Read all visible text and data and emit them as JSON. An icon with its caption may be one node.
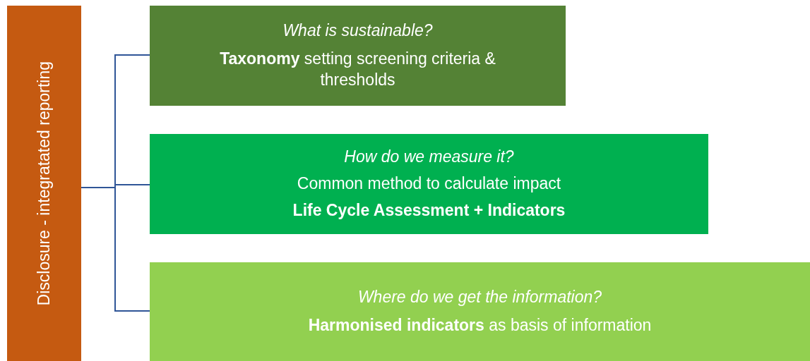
{
  "diagram": {
    "nodes": [
      {
        "text": [
          "Disclosure - integratated reporting"
        ]
      },
      {
        "text": [
          "What is sustainable?",
          "**Taxonomy** setting screening criteria & thresholds"
        ]
      },
      {
        "text": [
          "How do we measure it?",
          "Common method to calculate impact",
          "Life Cycle Assessment + Indicators"
        ]
      },
      {
        "text": [
          "Where do we get the information?",
          "**Harmonised indicators** as basis of information"
        ]
      }
    ],
    "edges": [
      {
        "from": 0,
        "to": 1,
        "arrow": "none"
      },
      {
        "from": 0,
        "to": 2,
        "arrow": "none"
      },
      {
        "from": 0,
        "to": 3,
        "arrow": "none"
      }
    ]
  }
}
